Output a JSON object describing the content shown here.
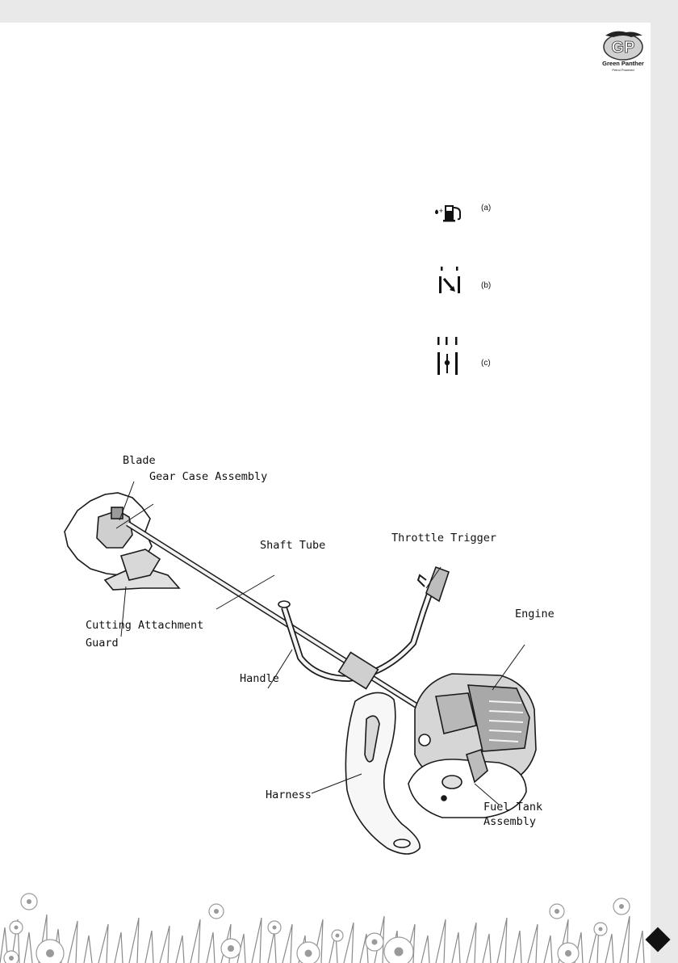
{
  "logo": {
    "initials": "GP",
    "brand": "Green Panther",
    "tagline": "Petrol Powered"
  },
  "legend": [
    {
      "id": "a",
      "label": "(a)",
      "icon": "fuel-pump-icon"
    },
    {
      "id": "b",
      "label": "(b)",
      "icon": "choke-lever-icon"
    },
    {
      "id": "c",
      "label": "(c)",
      "icon": "throttle-position-icon"
    }
  ],
  "diagram": {
    "labels": {
      "blade": "Blade",
      "gear_case": "Gear Case Assembly",
      "shaft_tube": "Shaft Tube",
      "throttle_trigger": "Throttle Trigger",
      "guard_line1": "Cutting Attachment",
      "guard_line2": "Guard",
      "engine": "Engine",
      "handle": "Handle",
      "harness": "Harness",
      "fuel_tank_line1": "Fuel Tank",
      "fuel_tank_line2": "Assembly"
    }
  },
  "colors": {
    "page": "#ffffff",
    "margin": "#e9e9e9",
    "ink": "#111111",
    "logo_fill": "#bfbfbf"
  }
}
